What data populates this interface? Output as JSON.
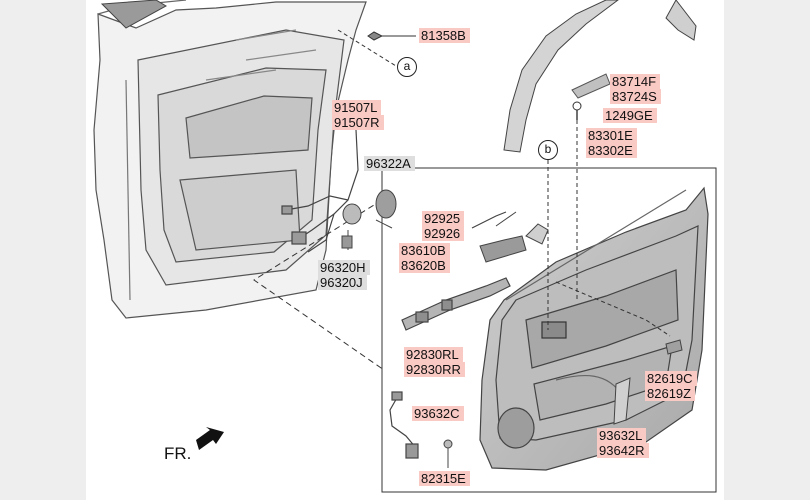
{
  "diagram": {
    "part_labels": {
      "p81358B": "81358B",
      "p83714F": "83714F",
      "p83724S": "83724S",
      "p1249GE": "1249GE",
      "p91507L": "91507L",
      "p91507R": "91507R",
      "p83301E": "83301E",
      "p83302E": "83302E",
      "p96322A": "96322A",
      "p92925": "92925",
      "p92926": "92926",
      "p83610B": "83610B",
      "p83620B": "83620B",
      "p96320H": "96320H",
      "p96320J": "96320J",
      "p92830RL": "92830RL",
      "p92830RR": "92830RR",
      "p82619C": "82619C",
      "p82619Z": "82619Z",
      "p93632C": "93632C",
      "p93632L": "93632L",
      "p93642R": "93642R",
      "p82315E": "82315E"
    },
    "callouts": {
      "a": "a",
      "b": "b"
    },
    "direction_label": "FR.",
    "colors": {
      "label_highlight": "#f9c9c4",
      "label_grey": "#dedede",
      "line": "#333333",
      "part_fill": "#d9d9d9",
      "part_dark": "#8a8a8a"
    }
  }
}
